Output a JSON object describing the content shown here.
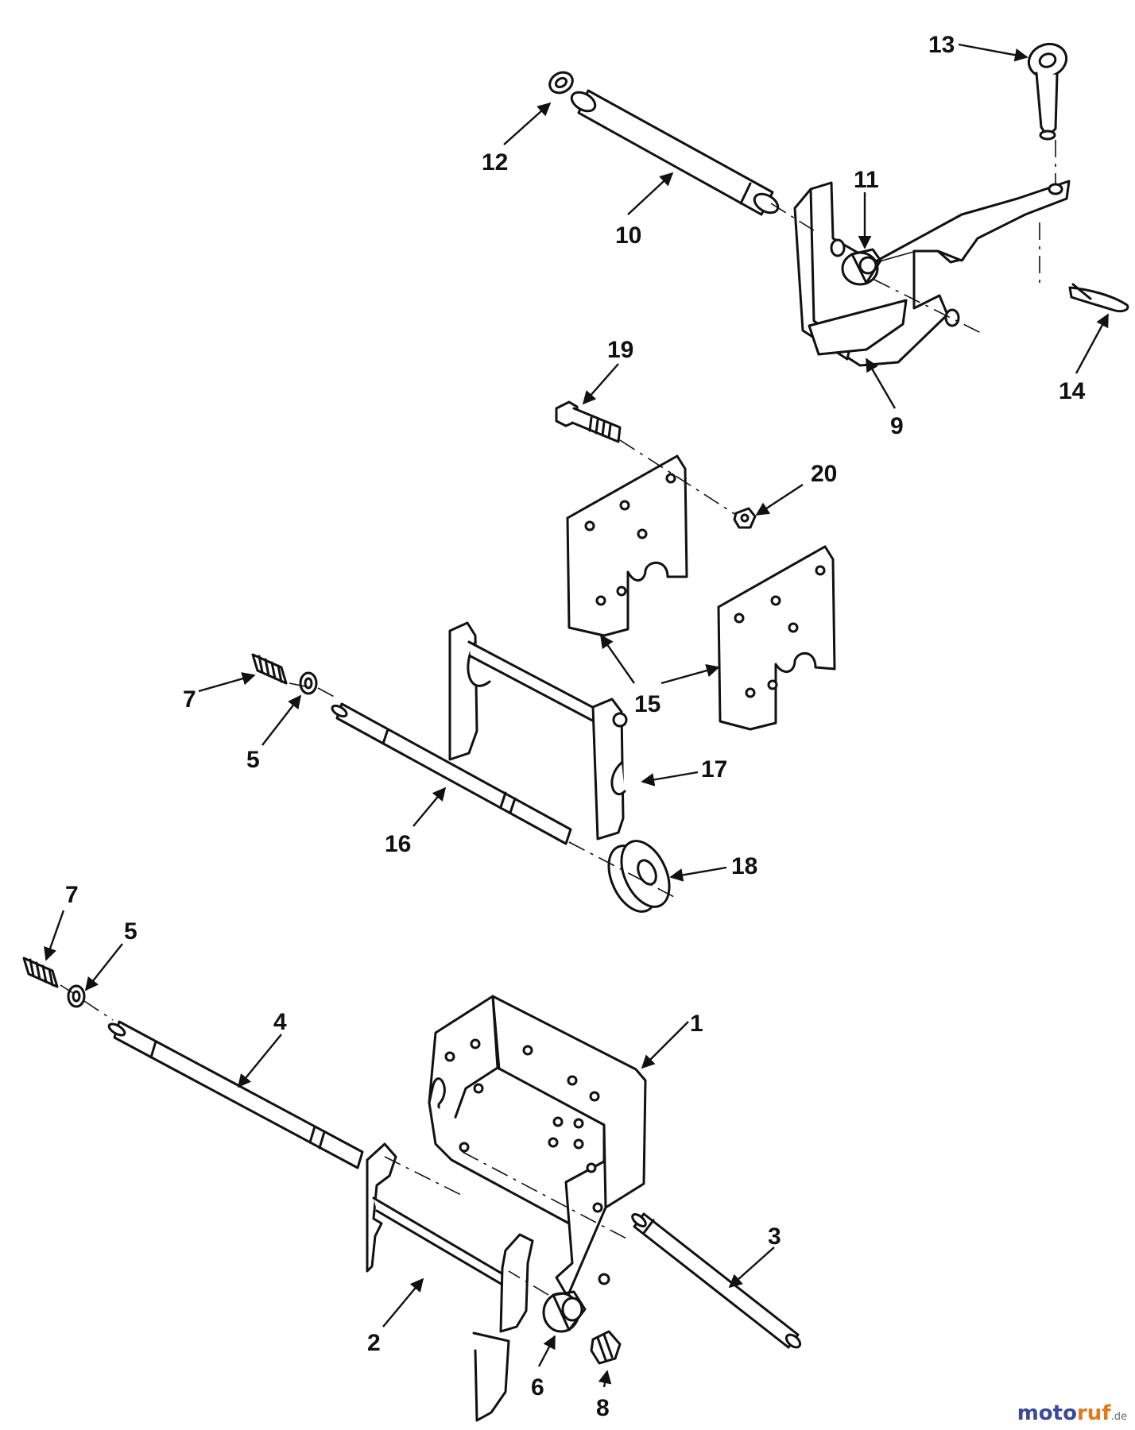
{
  "diagram": {
    "callouts": [
      {
        "id": "13",
        "label": "13"
      },
      {
        "id": "12",
        "label": "12"
      },
      {
        "id": "11",
        "label": "11"
      },
      {
        "id": "10",
        "label": "10"
      },
      {
        "id": "9",
        "label": "9"
      },
      {
        "id": "14",
        "label": "14"
      },
      {
        "id": "19",
        "label": "19"
      },
      {
        "id": "20",
        "label": "20"
      },
      {
        "id": "15",
        "label": "15"
      },
      {
        "id": "7a",
        "label": "7"
      },
      {
        "id": "5a",
        "label": "5"
      },
      {
        "id": "17",
        "label": "17"
      },
      {
        "id": "16",
        "label": "16"
      },
      {
        "id": "18",
        "label": "18"
      },
      {
        "id": "7b",
        "label": "7"
      },
      {
        "id": "5b",
        "label": "5"
      },
      {
        "id": "4",
        "label": "4"
      },
      {
        "id": "1",
        "label": "1"
      },
      {
        "id": "3",
        "label": "3"
      },
      {
        "id": "2",
        "label": "2"
      },
      {
        "id": "6",
        "label": "6"
      },
      {
        "id": "8",
        "label": "8"
      }
    ]
  },
  "watermark": {
    "part1": "moto",
    "part2": "ruf",
    "suffix": ".de"
  },
  "colors": {
    "ink": "#111111",
    "part_fill": "#ffffff",
    "brand_blue": "#3a4a9a",
    "brand_orange": "#e07a1a"
  }
}
